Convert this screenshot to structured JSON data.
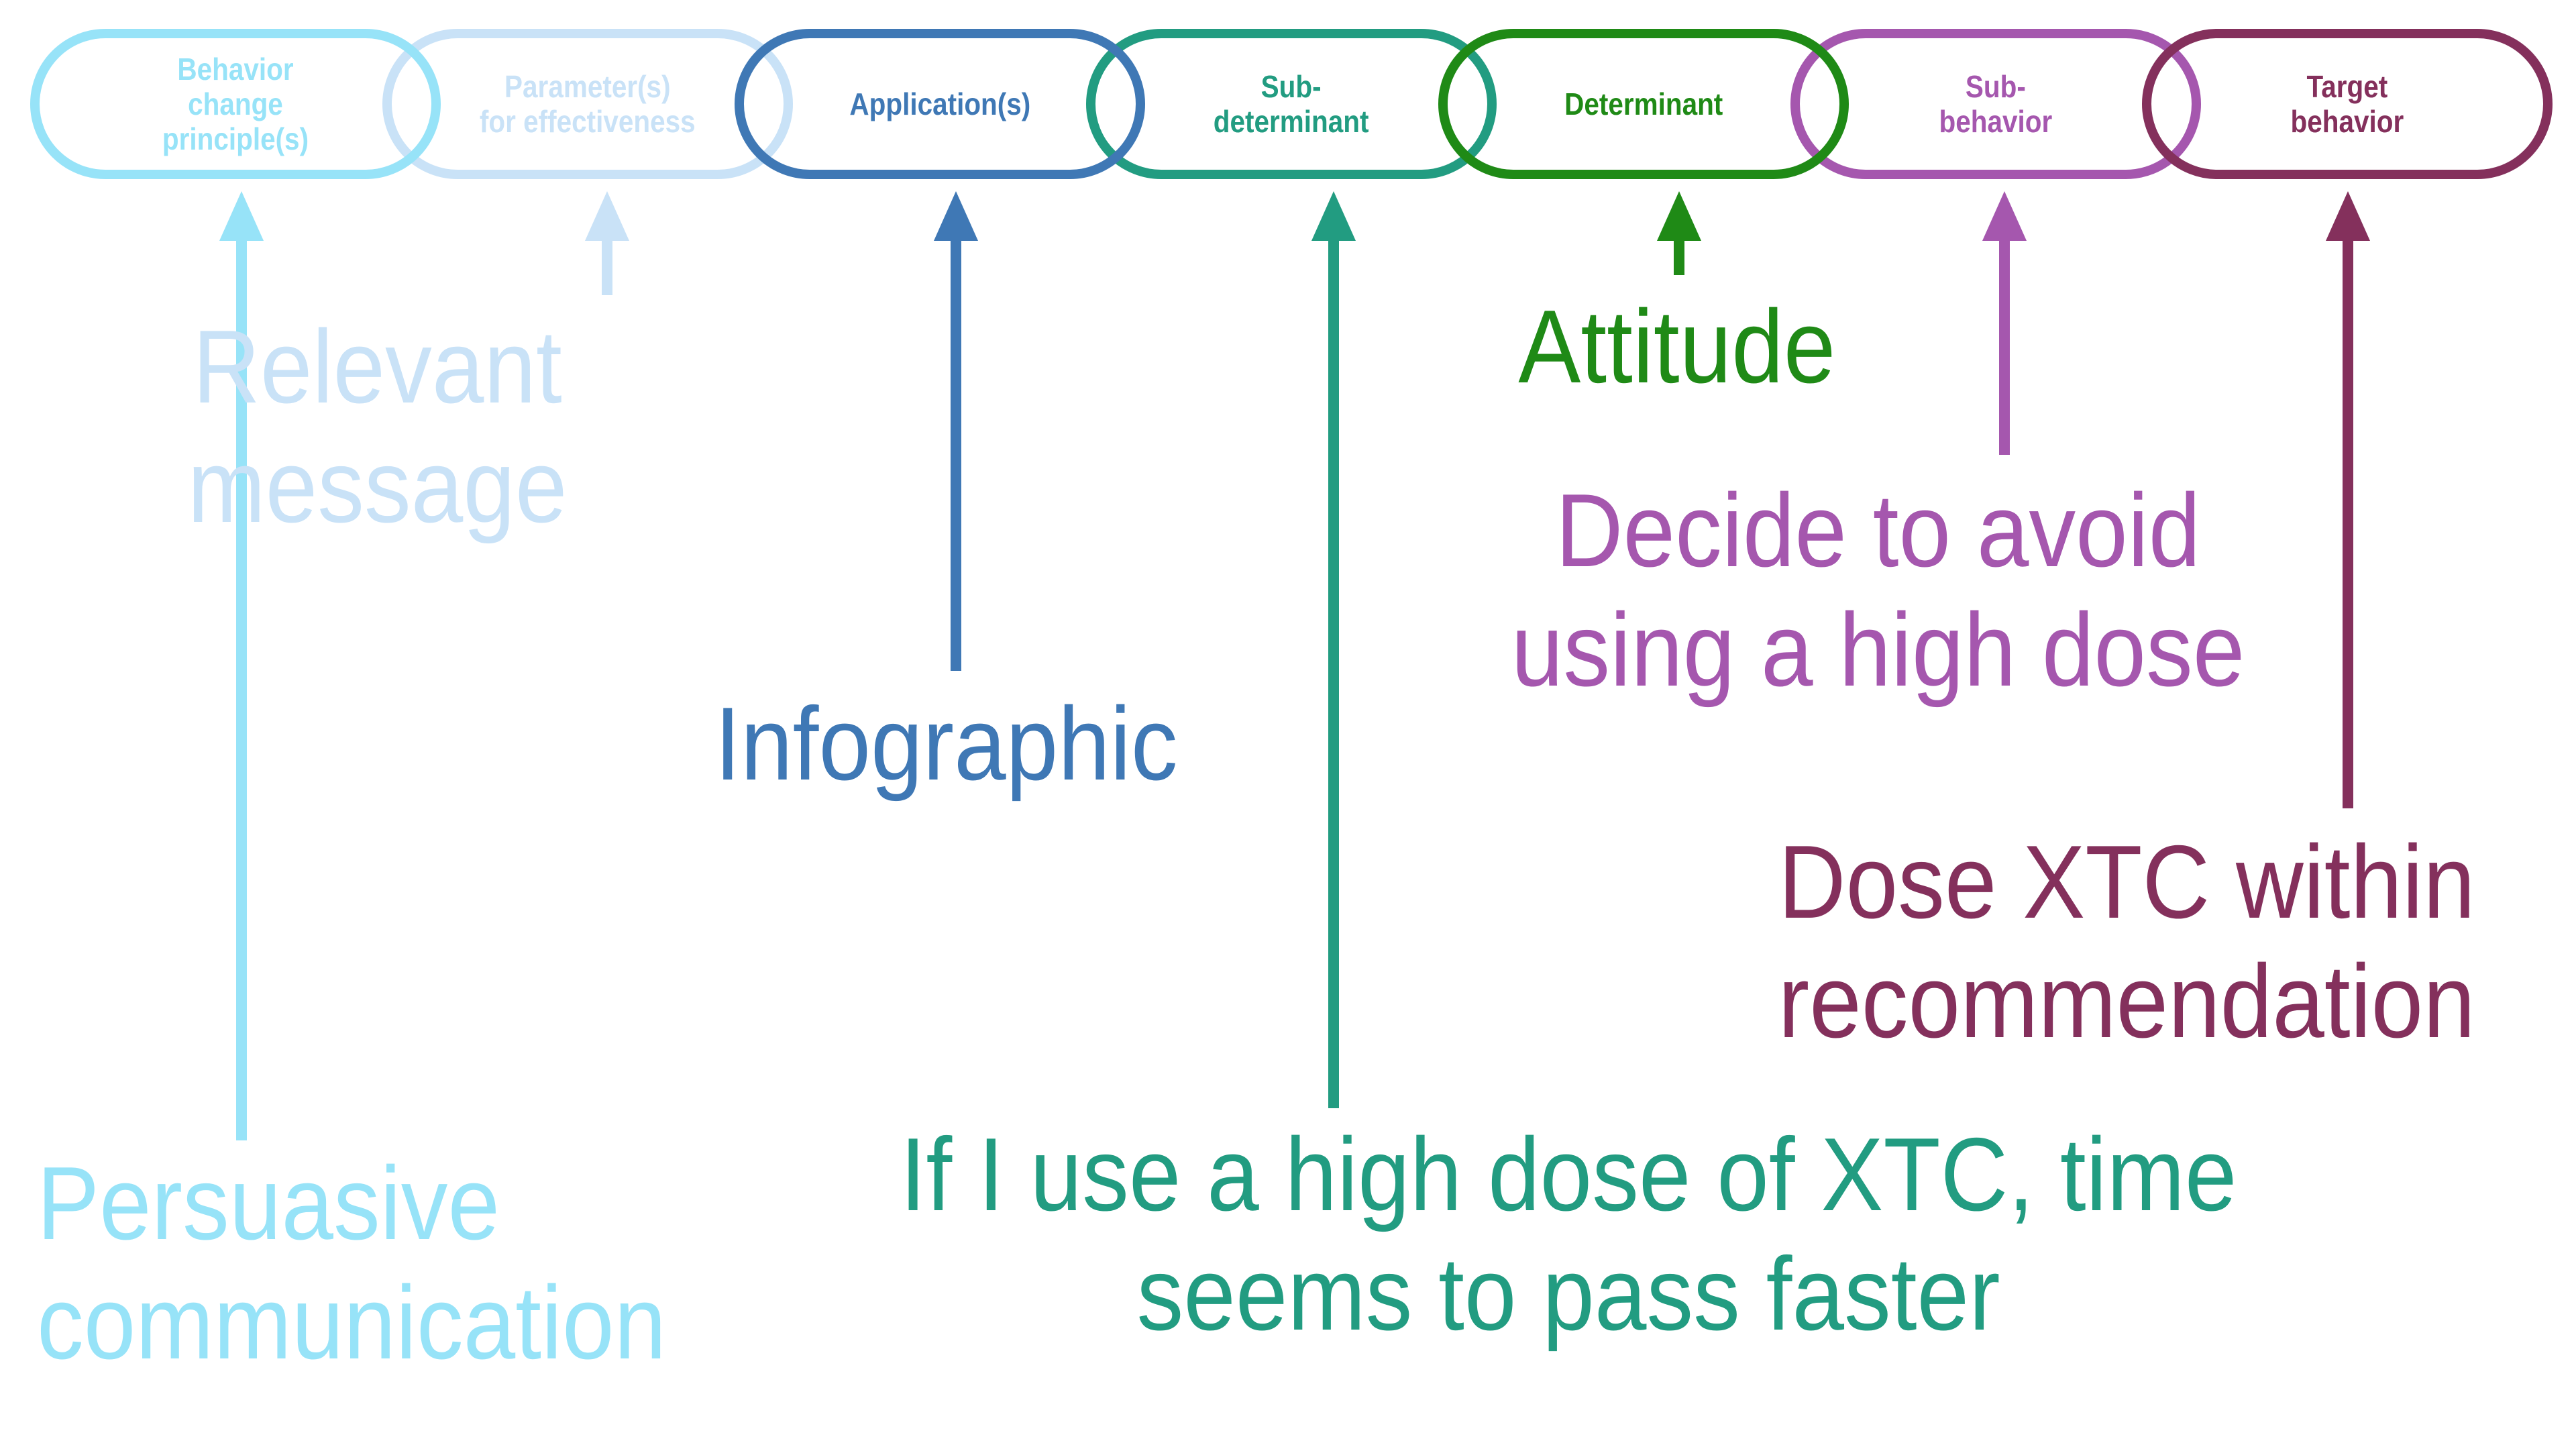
{
  "diagram": {
    "background_color": "#ffffff",
    "description_shown": "chain of seven linked pill outlines with upward arrows and example labels",
    "chain": [
      {
        "id": "behavior-change-principles",
        "box_label_lines": [
          "Behavior",
          "change",
          "principle(s)"
        ],
        "color": "#97E3F8",
        "annotation_lines": [
          "Persuasive",
          "communication"
        ]
      },
      {
        "id": "parameters-for-effectiveness",
        "box_label_lines": [
          "Parameter(s)",
          "for effectiveness"
        ],
        "color": "#C9E2F7",
        "annotation_lines": [
          "Relevant",
          "message"
        ]
      },
      {
        "id": "applications",
        "box_label_lines": [
          "Application(s)"
        ],
        "color": "#3F78B5",
        "annotation_lines": [
          "Infographic"
        ]
      },
      {
        "id": "sub-determinant",
        "box_label_lines": [
          "Sub-",
          "determinant"
        ],
        "color": "#229C81",
        "annotation_lines": [
          "If I use a high dose of XTC, time",
          "seems to pass faster"
        ]
      },
      {
        "id": "determinant",
        "box_label_lines": [
          "Determinant"
        ],
        "color": "#1F8A16",
        "annotation_lines": [
          "Attitude"
        ]
      },
      {
        "id": "sub-behavior",
        "box_label_lines": [
          "Sub-",
          "behavior"
        ],
        "color": "#A557AE",
        "annotation_lines": [
          "Decide to avoid",
          "using a high dose"
        ]
      },
      {
        "id": "target-behavior",
        "box_label_lines": [
          "Target",
          "behavior"
        ],
        "color": "#84305C",
        "annotation_lines": [
          "Dose XTC within",
          "recommendation"
        ]
      }
    ]
  }
}
